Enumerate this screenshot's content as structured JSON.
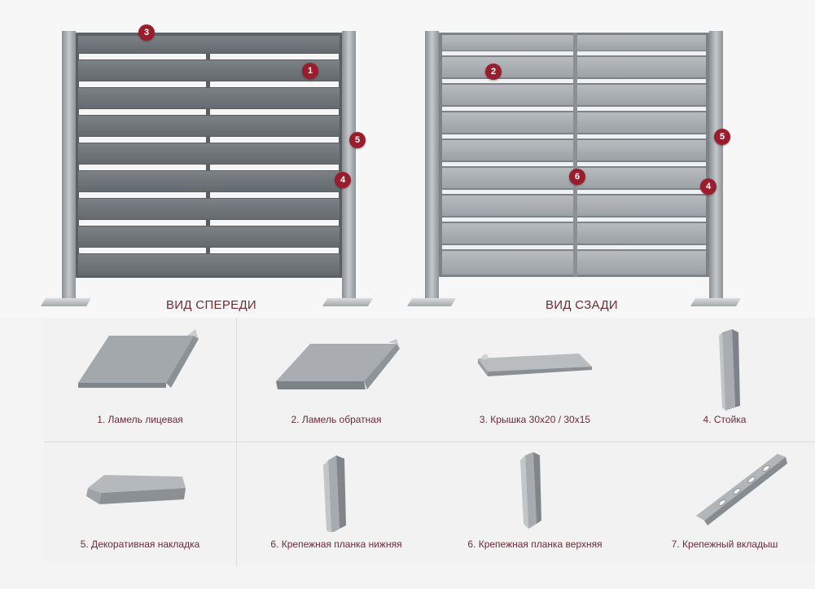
{
  "views": {
    "front_label": "ВИД СПЕРЕДИ",
    "back_label": "ВИД СЗАДИ"
  },
  "markers": {
    "front": [
      "3",
      "1",
      "5",
      "4"
    ],
    "back": [
      "2",
      "5",
      "6",
      "4"
    ]
  },
  "parts": [
    {
      "caption": "1. Ламель лицевая",
      "icon": "front-slat-icon"
    },
    {
      "caption": "2. Ламель обратная",
      "icon": "back-slat-icon"
    },
    {
      "caption": "3. Крышка 30х20 / 30х15",
      "icon": "cap-icon"
    },
    {
      "caption": "4. Стойка",
      "icon": "post-icon"
    },
    {
      "caption": "5. Декоративная накладка",
      "icon": "decorative-trim-icon"
    },
    {
      "caption": "6. Крепежная планка нижняя",
      "icon": "lower-mounting-strip-icon"
    },
    {
      "caption": "6. Крепежная планка верхняя",
      "icon": "upper-mounting-strip-icon"
    },
    {
      "caption": "7. Крепежный вкладыш",
      "icon": "mounting-insert-icon"
    }
  ],
  "colors": {
    "badge": "#9a1d2e",
    "caption": "#6d2a35",
    "slat_front": "#6f757a",
    "slat_back": "#a9aeb2",
    "post": "#9ea3a7"
  }
}
